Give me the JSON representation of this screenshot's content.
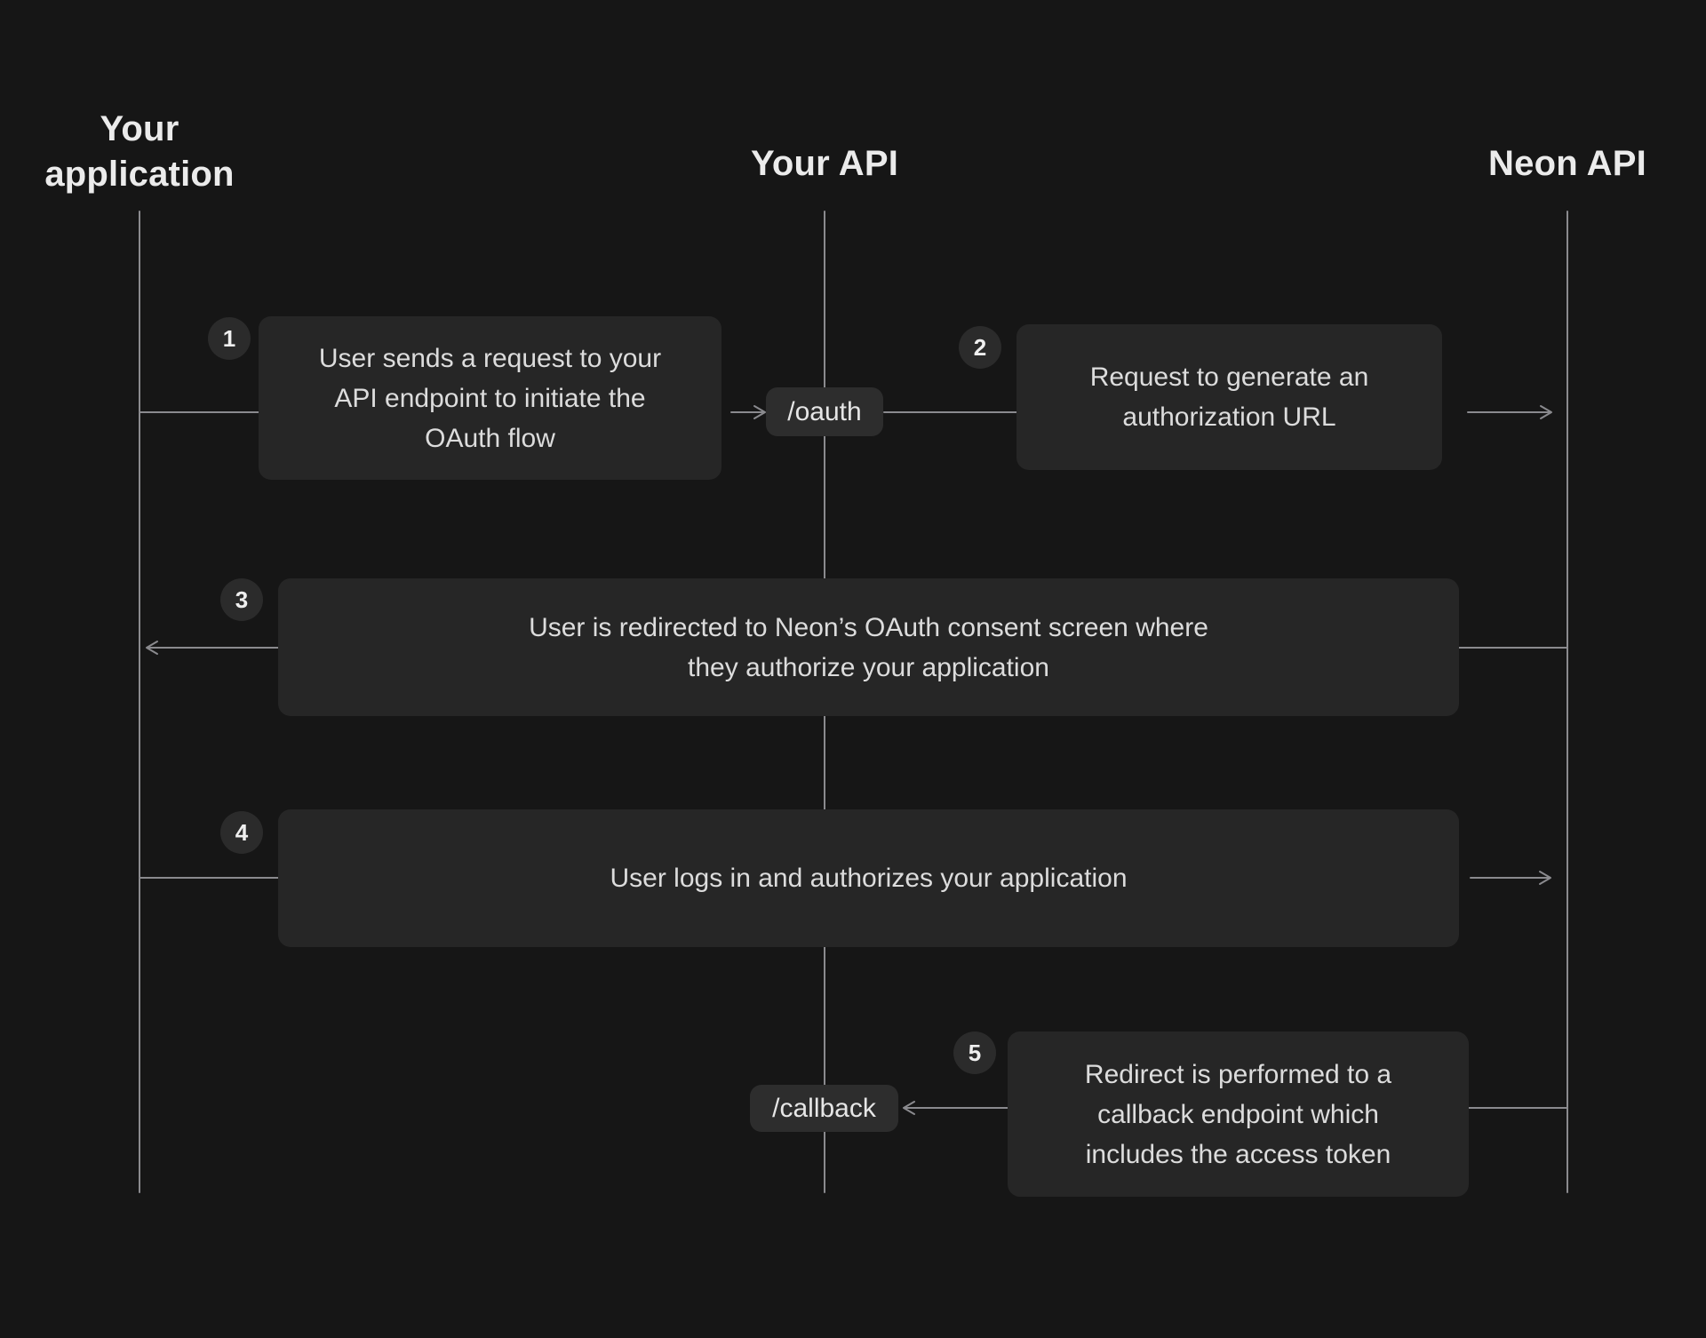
{
  "actors": [
    {
      "name": "Your application"
    },
    {
      "name": "Your API"
    },
    {
      "name": "Neon API"
    }
  ],
  "endpoints": [
    {
      "label": "/oauth"
    },
    {
      "label": "/callback"
    }
  ],
  "steps": [
    {
      "number": "1",
      "text": "User sends a request to your\nAPI endpoint to initiate the\nOAuth flow"
    },
    {
      "number": "2",
      "text": "Request to generate an\nauthorization URL"
    },
    {
      "number": "3",
      "text": "User is redirected to Neon’s OAuth consent screen where\nthey authorize your application"
    },
    {
      "number": "4",
      "text": "User logs in and authorizes your application"
    },
    {
      "number": "5",
      "text": "Redirect is performed to a\ncallback endpoint which\nincludes the access token"
    }
  ],
  "colors": {
    "background": "#161616",
    "message_box": "#262626",
    "endpoint_pill": "#2d2d2d",
    "badge": "#2b2b2b",
    "line": "#8a8a8e",
    "box_text": "#dcdcdc",
    "heading_text": "#ebebeb"
  }
}
